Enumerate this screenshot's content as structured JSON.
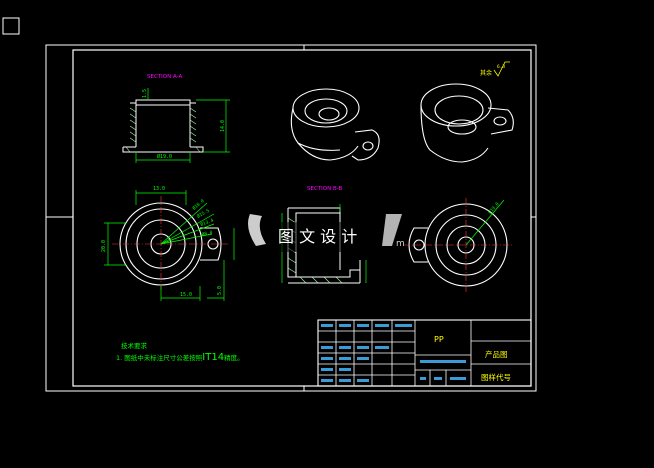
{
  "views": {
    "section_a_label": "SECTION A-A",
    "section_b_label": "SECTION B-B"
  },
  "dimensions": {
    "a_bottom": "Ø19.0",
    "a_height": "14.0",
    "a_top": "1.5",
    "front_top": "13.0",
    "front_r1": "Ø18.0",
    "front_r2": "Ø15.5",
    "front_r3": "Ø13.4",
    "front_r4": "Ø8.0",
    "front_bottom": "15.0",
    "front_right": "5.0",
    "front_left": "20.0",
    "right_dia": "Ø19.0"
  },
  "roughness": {
    "value": "6.3",
    "note": "其余"
  },
  "notes": {
    "title": "技术要求",
    "line1_prefix": "1. 图纸中未标注尺寸公差按照",
    "line1_code": "IT14",
    "line1_suffix": "精度。"
  },
  "title_block": {
    "material": "PP",
    "drawing_name": "产品图",
    "drawing_number": "图样代号"
  },
  "watermark": {
    "text": "图 文 设 计",
    "suffix": "m"
  },
  "colors": {
    "line": "#ffffff",
    "dim": "#00ff00",
    "section": "#ff00ff",
    "note": "#00ff00",
    "title": "#ffff00",
    "marker": "#ff3333",
    "hatch": "#aaffaa"
  }
}
